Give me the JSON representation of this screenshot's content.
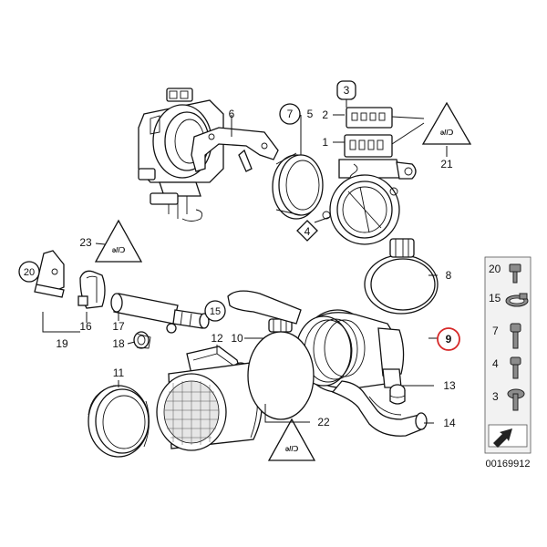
{
  "callouts": {
    "c1": "1",
    "c2": "2",
    "c3": "3",
    "c4": "4",
    "c5": "5",
    "c6": "6",
    "c7": "7",
    "c8": "8",
    "c9": "9",
    "c10": "10",
    "c11": "11",
    "c12": "12",
    "c13": "13",
    "c14": "14",
    "c15": "15",
    "c16": "16",
    "c17": "17",
    "c18": "18",
    "c19": "19",
    "c20": "20",
    "c21": "21",
    "c22": "22",
    "c23": "23"
  },
  "legend": {
    "items": [
      "20",
      "15",
      "7",
      "4",
      "3"
    ]
  },
  "diagram_number": "00169912",
  "colors": {
    "highlight": "#d62828",
    "line": "#111111",
    "legend_bg": "#f2f2f2"
  }
}
